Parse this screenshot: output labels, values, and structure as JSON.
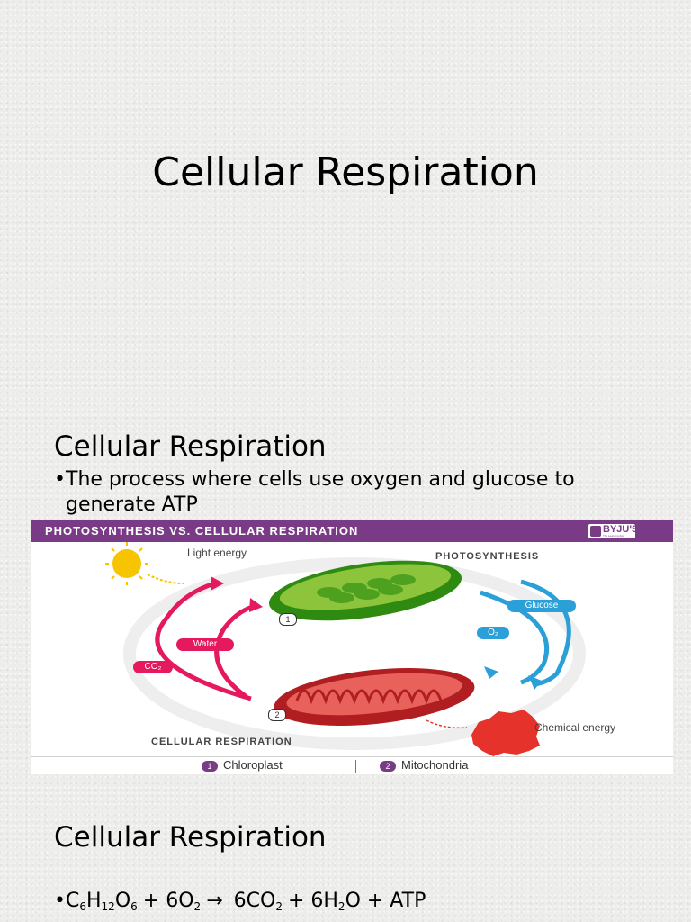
{
  "slide1": {
    "title": "Cellular Respiration"
  },
  "slide2": {
    "heading": "Cellular Respiration",
    "bullet": "The process where cells use oxygen and glucose to generate ATP",
    "bullet_marker": "•",
    "figure": {
      "header_title": "PHOTOSYNTHESIS VS. CELLULAR RESPIRATION",
      "brand_name": "BYJU'S",
      "brand_tagline": "The Learning App",
      "light_energy": "Light energy",
      "photosynthesis": "PHOTOSYNTHESIS",
      "glucose": "Glucose",
      "o2": "O₂",
      "water": "Water",
      "co2": "CO₂",
      "chemical_energy": "Chemical energy",
      "cellular_respiration": "CELLULAR RESPIRATION",
      "badge_1": "1",
      "badge_2": "2",
      "legend_1": "Chloroplast",
      "legend_2": "Mitochondria",
      "colors": {
        "header": "#7a3b86",
        "chloroplast": "#5aa62a",
        "mitochondria": "#c9252a",
        "arrow_left": "#e5195e",
        "arrow_right": "#2a9fd8",
        "sun": "#f6c400"
      }
    }
  },
  "slide3": {
    "heading": "Cellular Respiration",
    "bullet_marker": "•",
    "equation": {
      "c": "C",
      "c_sub": "6",
      "h": "H",
      "h_sub": "12",
      "o": "O",
      "o_sub": "6",
      "plus1": "+ 6O",
      "o2_sub": "2",
      "arrow": "→",
      "co2": "6CO",
      "co2_sub": "2",
      "plus2": "+ 6H",
      "h2_sub": "2",
      "tail": "O + ATP"
    }
  }
}
